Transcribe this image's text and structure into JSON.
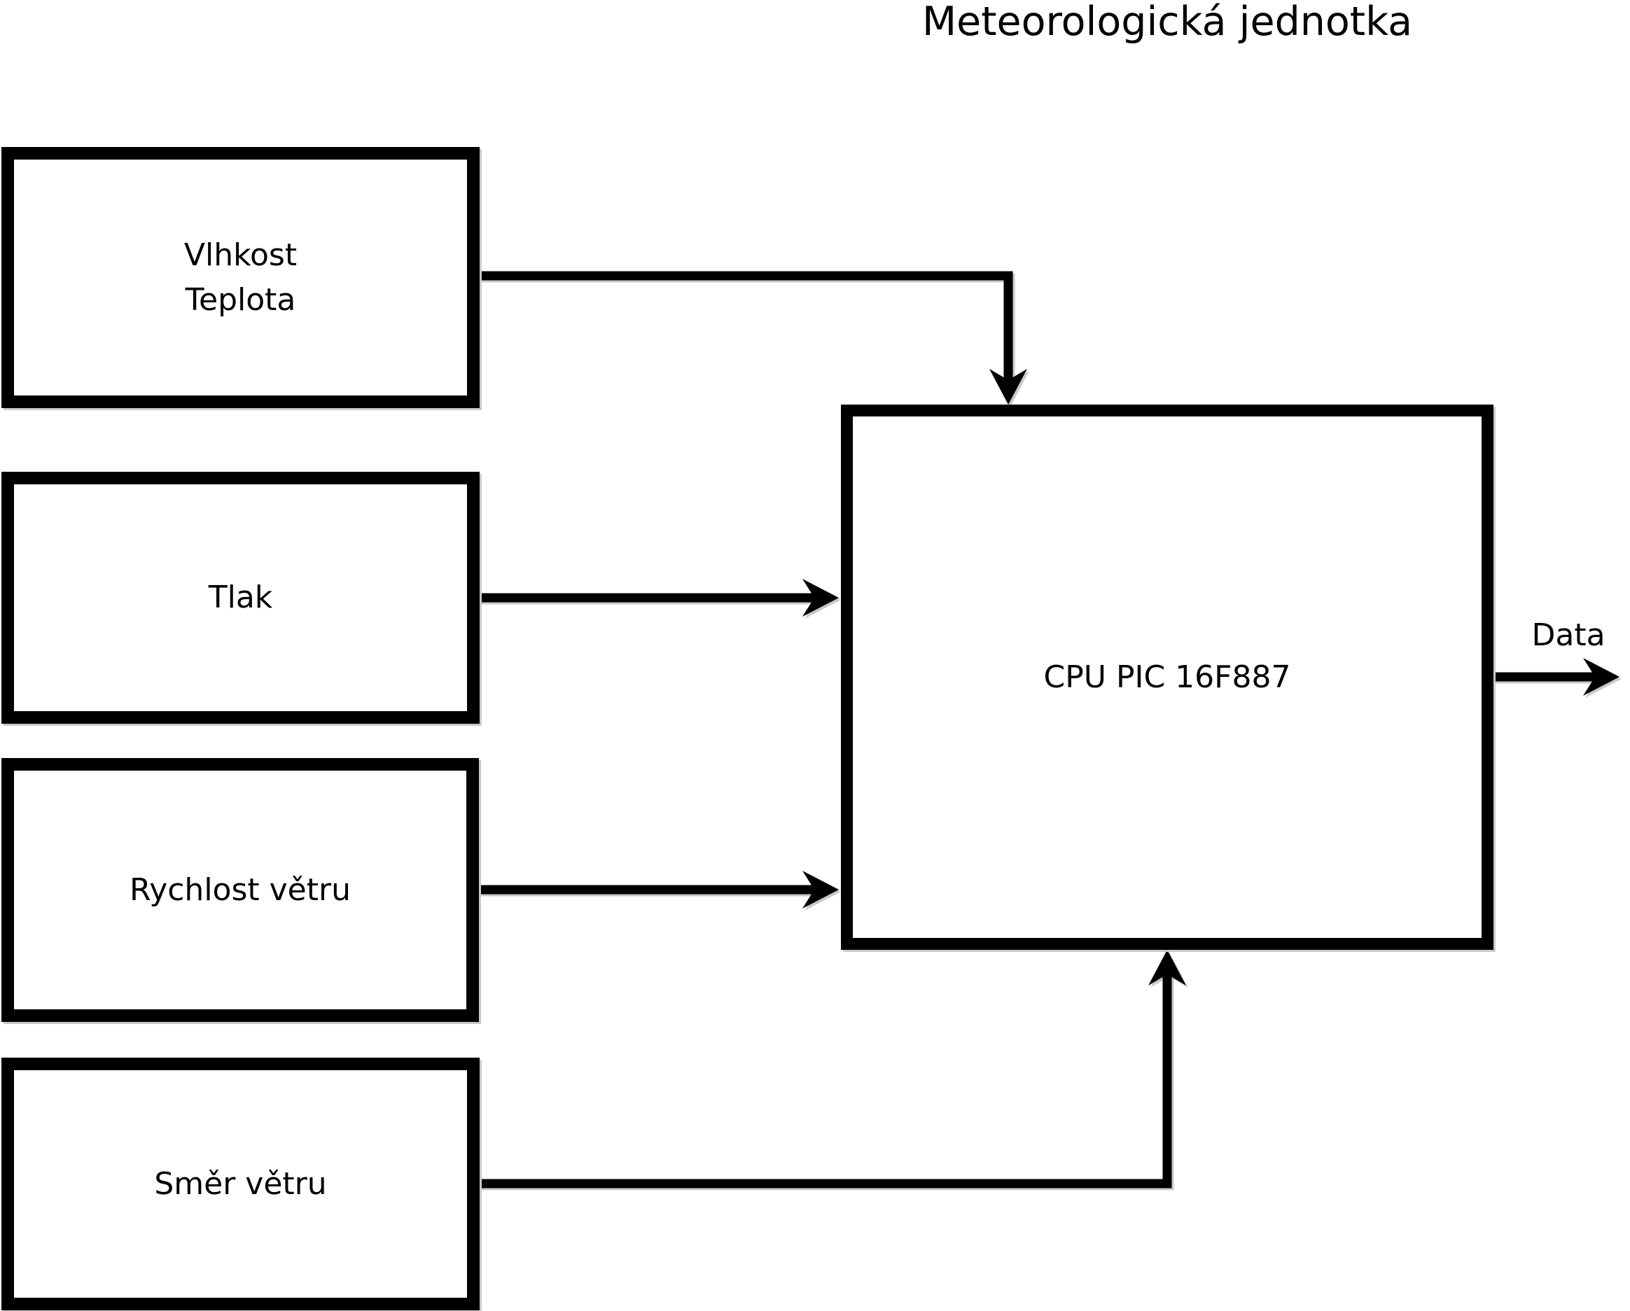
{
  "title": "Meteorologická jednotka",
  "diagram": {
    "nodes": [
      {
        "id": "sensor-humidity-temperature",
        "lines": [
          "Vlhkost",
          "Teplota"
        ]
      },
      {
        "id": "sensor-pressure",
        "lines": [
          "Tlak"
        ]
      },
      {
        "id": "sensor-wind-speed",
        "lines": [
          "Rychlost větru"
        ]
      },
      {
        "id": "sensor-wind-direction",
        "lines": [
          "Směr větru"
        ]
      },
      {
        "id": "cpu",
        "lines": [
          "CPU PIC 16F887"
        ]
      }
    ],
    "edges": [
      {
        "from": "sensor-humidity-temperature",
        "to": "cpu"
      },
      {
        "from": "sensor-pressure",
        "to": "cpu"
      },
      {
        "from": "sensor-wind-speed",
        "to": "cpu"
      },
      {
        "from": "sensor-wind-direction",
        "to": "cpu"
      },
      {
        "from": "cpu",
        "to": "data-output"
      }
    ],
    "output_label": "Data"
  },
  "colors": {
    "line": "#000000",
    "background": "#ffffff",
    "shadow": "#c9c9c9"
  }
}
